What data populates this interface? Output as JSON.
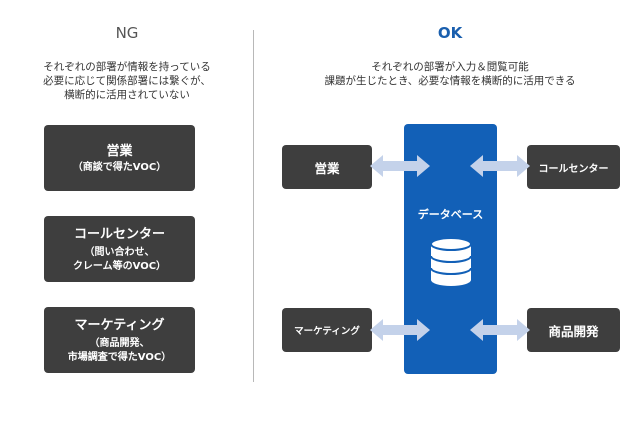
{
  "ng": {
    "heading": "NG",
    "description": [
      "それぞれの部署が情報を持っている",
      "必要に応じて関係部署には繋ぐが、",
      "横断的に活用されていない"
    ],
    "boxes": [
      {
        "title": "営業",
        "sub": [
          "（商談で得たVOC）"
        ]
      },
      {
        "title": "コールセンター",
        "sub": [
          "（問い合わせ、",
          "クレーム等のVOC）"
        ]
      },
      {
        "title": "マーケティング",
        "sub": [
          "（商品開発、",
          "市場調査で得たVOC）"
        ]
      }
    ]
  },
  "ok": {
    "heading": "OK",
    "description": [
      "それぞれの部署が入力＆閲覧可能",
      "課題が生じたとき、必要な情報を横断的に活用できる"
    ],
    "database_label": "データベース",
    "database_icon": "database-icon",
    "departments": {
      "sales": "営業",
      "call_center": "コールセンター",
      "marketing": "マーケティング",
      "product_development": "商品開発"
    },
    "connector_icon": "double-arrow-icon"
  },
  "colors": {
    "box_dark": "#3e3e3e",
    "database_blue": "#1260b7",
    "ok_heading": "#1a5fae",
    "arrow_fill": "#c4d2ea",
    "divider": "#b8b8b8"
  }
}
